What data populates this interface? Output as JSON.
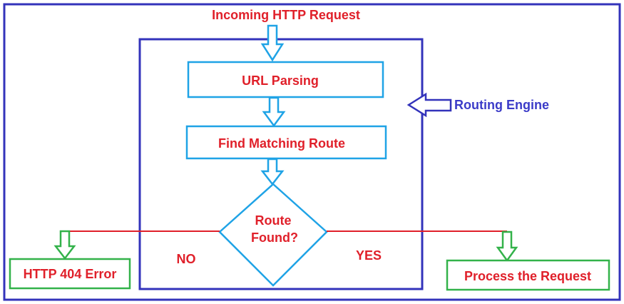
{
  "title": "Incoming HTTP Request",
  "engine_label": "Routing Engine",
  "steps": {
    "parse": "URL Parsing",
    "match": "Find Matching Route"
  },
  "decision": {
    "line1": "Route",
    "line2": "Found?"
  },
  "branches": {
    "no": "NO",
    "yes": "YES"
  },
  "outcomes": {
    "error": "HTTP 404 Error",
    "process": "Process the Request"
  },
  "colors": {
    "frame": "#3333bb",
    "flow": "#1fa3e6",
    "text_red": "#e0202a",
    "text_blue": "#3b3bc8",
    "red_line": "#e0202a",
    "green": "#33b24a"
  }
}
